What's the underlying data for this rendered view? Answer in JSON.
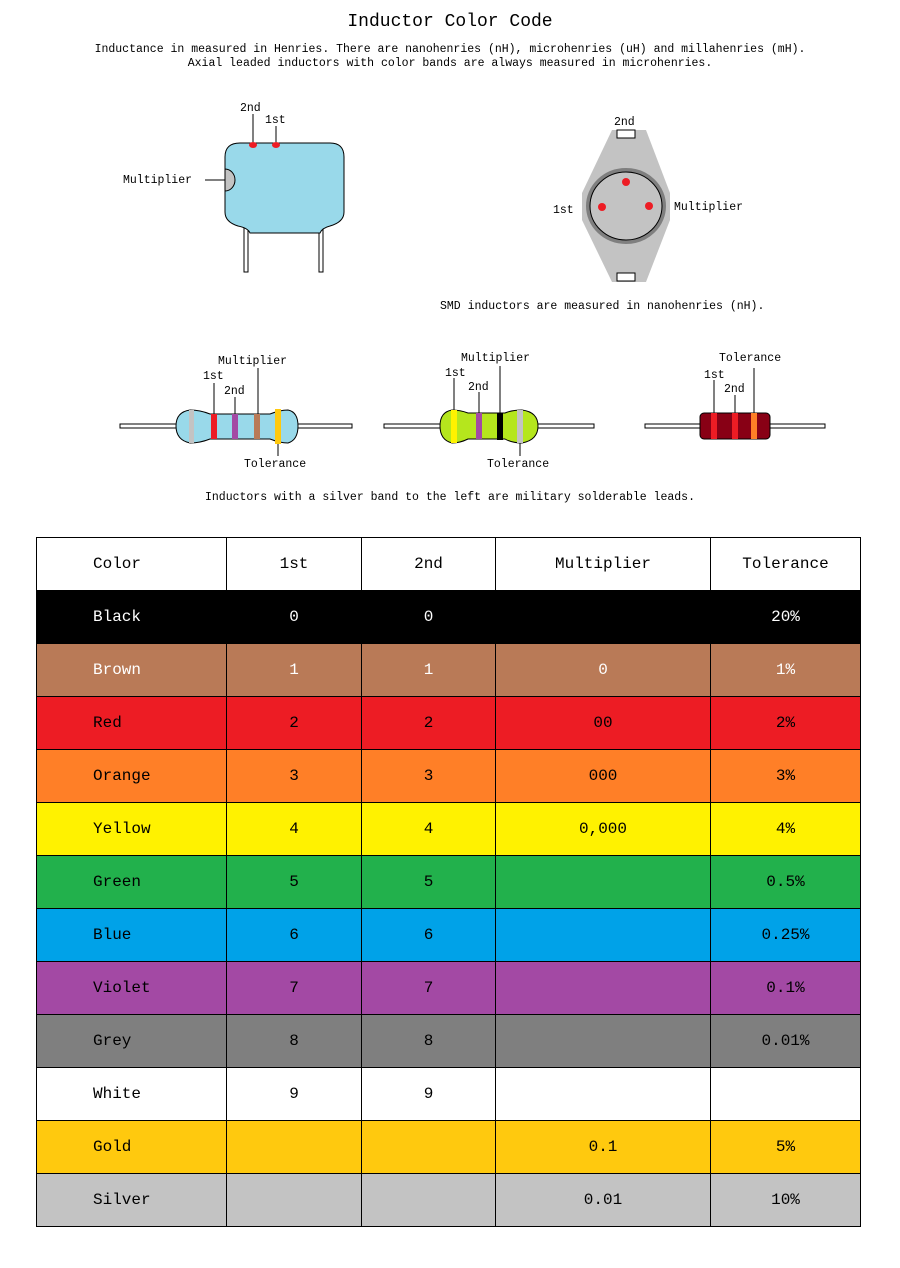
{
  "title": "Inductor Color Code",
  "intro": [
    "Inductance in measured in Henries. There are nanohenries (nH), microhenries (uH) and millahenries (mH).",
    "Axial leaded inductors with color bands are always measured in microhenries."
  ],
  "diagrams": {
    "radial": {
      "second": "2nd",
      "first": "1st",
      "multiplier": "Multiplier"
    },
    "smd": {
      "second": "2nd",
      "first": "1st",
      "multiplier": "Multiplier",
      "note": "SMD inductors are measured in nanohenries (nH)."
    },
    "axial1": {
      "multiplier": "Multiplier",
      "first": "1st",
      "second": "2nd",
      "tolerance": "Tolerance"
    },
    "axial2": {
      "multiplier": "Multiplier",
      "first": "1st",
      "second": "2nd",
      "tolerance": "Tolerance"
    },
    "axial3": {
      "tolerance": "Tolerance",
      "first": "1st",
      "second": "2nd"
    },
    "military_note": "Inductors with a silver band to the left are military solderable leads."
  },
  "table": {
    "headers": [
      "Color",
      "1st",
      "2nd",
      "Multiplier",
      "Tolerance"
    ],
    "rows": [
      {
        "cells": [
          "Black",
          "0",
          "0",
          "",
          "20%"
        ],
        "bg": "#000000",
        "fg": "#ffffff"
      },
      {
        "cells": [
          "Brown",
          "1",
          "1",
          "0",
          "1%"
        ],
        "bg": "#b97a57",
        "fg": "#ffffff"
      },
      {
        "cells": [
          "Red",
          "2",
          "2",
          "00",
          "2%"
        ],
        "bg": "#ed1c24",
        "fg": "#000000"
      },
      {
        "cells": [
          "Orange",
          "3",
          "3",
          "000",
          "3%"
        ],
        "bg": "#ff7f27",
        "fg": "#000000"
      },
      {
        "cells": [
          "Yellow",
          "4",
          "4",
          "0,000",
          "4%"
        ],
        "bg": "#fff200",
        "fg": "#000000"
      },
      {
        "cells": [
          "Green",
          "5",
          "5",
          "",
          "0.5%"
        ],
        "bg": "#22b14c",
        "fg": "#000000"
      },
      {
        "cells": [
          "Blue",
          "6",
          "6",
          "",
          "0.25%"
        ],
        "bg": "#00a2e8",
        "fg": "#000000"
      },
      {
        "cells": [
          "Violet",
          "7",
          "7",
          "",
          "0.1%"
        ],
        "bg": "#a349a4",
        "fg": "#000000"
      },
      {
        "cells": [
          "Grey",
          "8",
          "8",
          "",
          "0.01%"
        ],
        "bg": "#7f7f7f",
        "fg": "#000000"
      },
      {
        "cells": [
          "White",
          "9",
          "9",
          "",
          ""
        ],
        "bg": "#ffffff",
        "fg": "#000000"
      },
      {
        "cells": [
          "Gold",
          "",
          "",
          "0.1",
          "5%"
        ],
        "bg": "#ffc90e",
        "fg": "#000000"
      },
      {
        "cells": [
          "Silver",
          "",
          "",
          "0.01",
          "10%"
        ],
        "bg": "#c3c3c3",
        "fg": "#000000"
      }
    ]
  }
}
